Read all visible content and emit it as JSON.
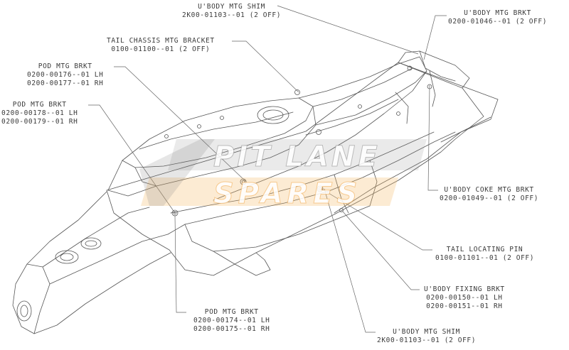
{
  "callouts": {
    "ubody_mtg_shim_top": {
      "title": "U'BODY MTG SHIM",
      "part": "2K00-01103--01 (2 OFF)"
    },
    "ubody_mtg_brkt": {
      "title": "U'BODY MTG BRKT",
      "part": "0200-01046--01 (2 OFF)"
    },
    "tail_chassis_mtg_bracket": {
      "title": "TAIL CHASSIS MTG BRACKET",
      "part": "0100-01100--01 (2 OFF)"
    },
    "pod_mtg_brkt_upper": {
      "title": "POD MTG BRKT",
      "parts": [
        "0200-00176--01 LH",
        "0200-00177--01 RH"
      ]
    },
    "pod_mtg_brkt_mid": {
      "title": "POD MTG BRKT",
      "parts": [
        "0200-00178--01 LH",
        "0200-00179--01 RH"
      ]
    },
    "ubody_coke_mtg_brkt": {
      "title": "U'BODY COKE MTG BRKT",
      "part": "0200-01049--01 (2 OFF)"
    },
    "tail_locating_pin": {
      "title": "TAIL LOCATING PIN",
      "part": "0100-01101--01 (2 OFF)"
    },
    "ubody_fixing_brkt": {
      "title": "U'BODY FIXING BRKT",
      "parts": [
        "0200-00150--01 LH",
        "0200-00151--01 RH"
      ]
    },
    "pod_mtg_brkt_lower": {
      "title": "POD MTG BRKT",
      "parts": [
        "0200-00174--01 LH",
        "0200-00175--01 RH"
      ]
    },
    "ubody_mtg_shim_bottom": {
      "title": "U'BODY MTG SHIM",
      "part": "2K00-01103--01 (2 OFF)"
    }
  },
  "watermark": {
    "line1": "PIT LANE",
    "line2": "SPARES"
  },
  "colors": {
    "line": "#555555",
    "watermark_grey": "#8c8c8c",
    "watermark_orange": "#f4b860"
  }
}
